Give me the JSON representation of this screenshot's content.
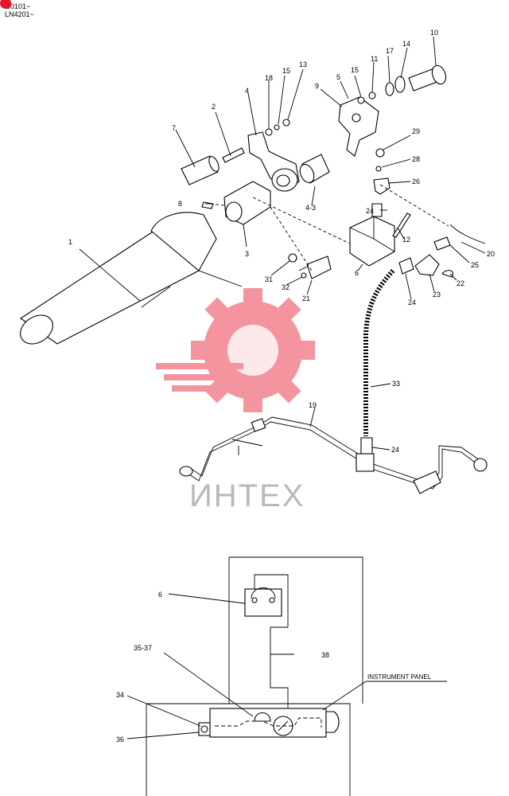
{
  "header": {
    "line1": "G0101~",
    "line2": "LN4201~"
  },
  "watermark": {
    "text": "ИНТЕХ",
    "color": "#e8152b"
  },
  "part_numbers": {
    "p1": "1",
    "p2": "2",
    "p3": "3",
    "p4": "4",
    "p4_3": "4-3",
    "p5": "5",
    "p6": "6",
    "p7": "7",
    "p8": "8",
    "p9": "9",
    "p10": "10",
    "p11": "11",
    "p12": "12",
    "p13": "13",
    "p14": "14",
    "p15a": "15",
    "p15b": "15",
    "p17": "17",
    "p18": "18",
    "p19": "19",
    "p20": "20",
    "p21": "21",
    "p22": "22",
    "p23": "23",
    "p24a": "24",
    "p24b": "24",
    "p24c": "24",
    "p25": "25",
    "p26": "26",
    "p28": "28",
    "p29": "29",
    "p31": "31",
    "p32": "32",
    "p33": "33"
  },
  "wiring_diagram": {
    "sender": "6",
    "wire": "38",
    "gauge": "35-37",
    "bulb": "34",
    "socket": "36",
    "panel_label": "INSTRUMENT PANEL"
  }
}
